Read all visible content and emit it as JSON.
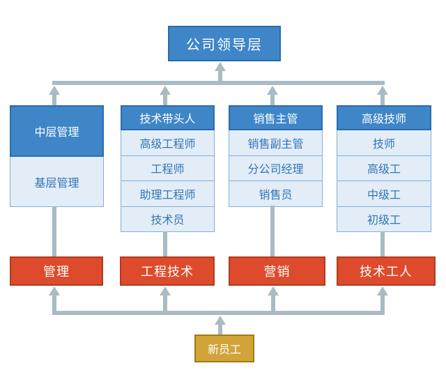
{
  "diagram": {
    "top": {
      "label": "公司领导层"
    },
    "tracks": [
      {
        "header": "中层管理",
        "cells": [
          "基层管理"
        ]
      },
      {
        "header": "技术带头人",
        "cells": [
          "高级工程师",
          "工程师",
          "助理工程师",
          "技术员"
        ]
      },
      {
        "header": "销售主管",
        "cells": [
          "销售副主管",
          "分公司经理",
          "销售员"
        ]
      },
      {
        "header": "高级技师",
        "cells": [
          "技师",
          "高级工",
          "中级工",
          "初级工"
        ]
      }
    ],
    "categories": [
      {
        "label": "管理"
      },
      {
        "label": "工程技术"
      },
      {
        "label": "营销"
      },
      {
        "label": "技术工人"
      }
    ],
    "entry": {
      "label": "新员工"
    }
  },
  "colors": {
    "header_blue": "#3e86c7",
    "header_border": "#2a6cae",
    "cell_fill": "#e2edf8",
    "cell_border": "#86afd7",
    "cell_text": "#3375b5",
    "category_red": "#dd4b2c",
    "category_border": "#af3c1e",
    "entry_gold": "#d1a338",
    "entry_border": "#9f7c12",
    "connector_gray": "#a9bbc3",
    "text_white": "#ffffff"
  }
}
